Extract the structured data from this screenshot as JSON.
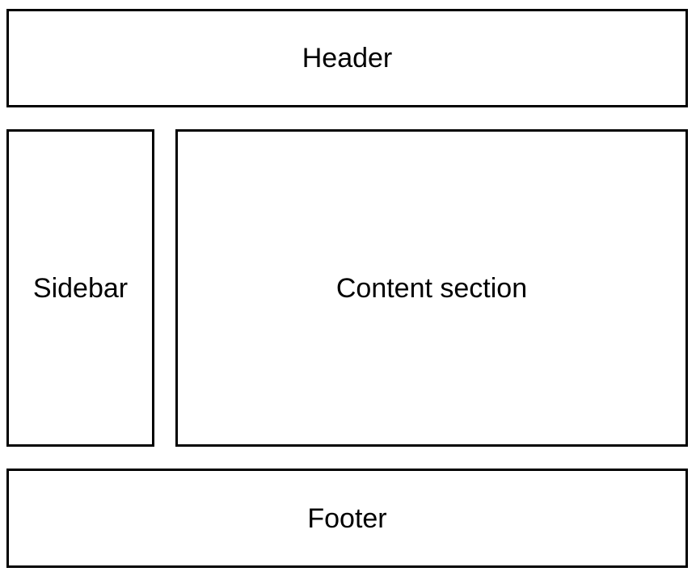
{
  "diagram": {
    "header": {
      "label": "Header"
    },
    "sidebar": {
      "label": "Sidebar"
    },
    "content": {
      "label": "Content section"
    },
    "footer": {
      "label": "Footer"
    }
  },
  "colors": {
    "stroke": "#000000",
    "fill": "#ffffff",
    "text": "#000000"
  }
}
